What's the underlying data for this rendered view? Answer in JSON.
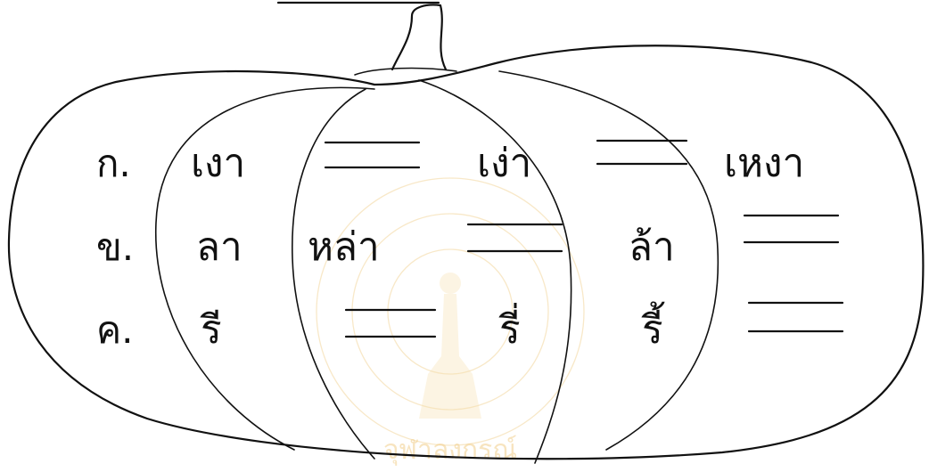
{
  "worksheet": {
    "rows": [
      {
        "label": "ก.",
        "cells": [
          "เงา",
          "",
          "เง่า",
          "",
          "เหงา"
        ]
      },
      {
        "label": "ข.",
        "cells": [
          "ลา",
          "หล่า",
          "",
          "ล้า",
          ""
        ]
      },
      {
        "label": "ค.",
        "cells": [
          "รี",
          "",
          "รี่",
          "รี้",
          ""
        ]
      }
    ]
  },
  "watermark": {
    "text": "จุฬาลงกรณ์",
    "color": "#f2cf8c"
  }
}
